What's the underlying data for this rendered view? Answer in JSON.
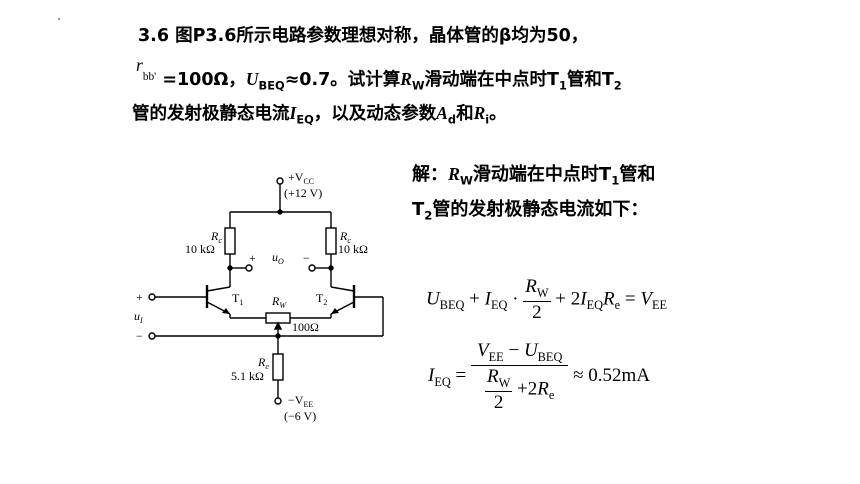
{
  "problem": {
    "line1": "3.6 图P3.6所示电路参数理想对称，晶体管的β均为50，",
    "rbb": "r",
    "rbb_sub": "bb'",
    "line2_a": "=100Ω，",
    "line2_u": "U",
    "line2_u_sub": "BEQ",
    "line2_b": "≈0.7。试计算",
    "line2_rw": "R",
    "line2_rw_sub": "W",
    "line2_c": "滑动端在中点时T",
    "line2_c_sub": "1",
    "line2_d": "管和T",
    "line2_d_sub": "2",
    "line3_a": "管的发射极静态电流",
    "line3_i": "I",
    "line3_i_sub": "EQ",
    "line3_b": "，以及动态参数",
    "line3_ad": "A",
    "line3_ad_sub": "d",
    "line3_c": "和",
    "line3_ri": "R",
    "line3_ri_sub": "i",
    "line3_d": "。"
  },
  "solution": {
    "l1_a": "解：",
    "l1_rw": "R",
    "l1_rw_sub": "W",
    "l1_b": "滑动端在中点时T",
    "l1_b_sub": "1",
    "l1_c": "管和",
    "l2_a": "T",
    "l2_a_sub": "2",
    "l2_b": "管的发射极静态电流如下："
  },
  "equation1": {
    "ubeq": "U",
    "ubeq_sub": "BEQ",
    "plus1": " + ",
    "ieq": "I",
    "ieq_sub": "EQ",
    "mul": " · ",
    "num": "R",
    "num_sub": "W",
    "den": "2",
    "plus2": " + 2",
    "ieq2": "I",
    "ieq2_sub": "EQ",
    "re": "R",
    "re_sub": "e",
    "eq": " = ",
    "vee": "V",
    "vee_sub": "EE"
  },
  "equation2": {
    "ieq": "I",
    "ieq_sub": "EQ",
    "eq": " = ",
    "num_v": "V",
    "num_v_sub": "EE",
    "num_minus": " − ",
    "num_u": "U",
    "num_u_sub": "BEQ",
    "den_rw": "R",
    "den_rw_sub": "W",
    "den_2": "2",
    "den_plus": " +2",
    "den_re": "R",
    "den_re_sub": "e",
    "approx": " ≈ 0.52mA"
  },
  "circuit": {
    "vcc_label": "+V",
    "vcc_sub": "CC",
    "vcc_value": "(+12 V)",
    "rc_left": "R",
    "rc_left_sub": "c",
    "rc_left_value": "10 kΩ",
    "rc_right": "R",
    "rc_right_sub": "c",
    "rc_right_value": "10 kΩ",
    "uo_plus": "+",
    "uo_label": "u",
    "uo_sub": "O",
    "uo_minus": "−",
    "t1": "T",
    "t1_sub": "1",
    "t2": "T",
    "t2_sub": "2",
    "rw": "R",
    "rw_sub": "W",
    "rw_value": "100Ω",
    "in_plus": "+",
    "in_label": "u",
    "in_sub": "I",
    "in_minus": "−",
    "re": "R",
    "re_sub": "e",
    "re_value": "5.1 kΩ",
    "vee_label": "−V",
    "vee_sub": "EE",
    "vee_value": "(−6 V)"
  }
}
